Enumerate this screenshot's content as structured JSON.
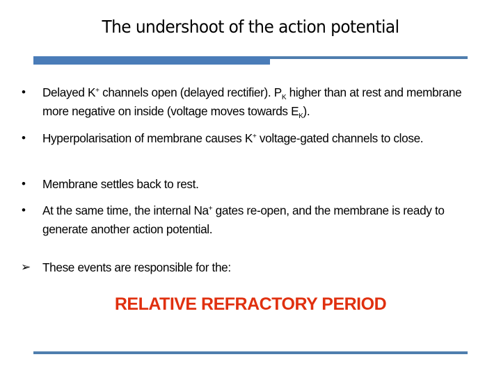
{
  "slide": {
    "title": "The undershoot of the action potential",
    "colors": {
      "accent_bar": "#4a7cb8",
      "accent_line": "#4f7eae",
      "highlight": "#e0300f",
      "text": "#000000"
    },
    "bullets": [
      {
        "marker": "•",
        "parts": {
          "a": "Delayed K",
          "a_sup": "+",
          "b": " channels open (delayed rectifier). P",
          "b_sub": "K",
          "c": " higher than at rest and membrane more negative on inside (voltage moves towards E",
          "c_sub": "K",
          "d": ")."
        }
      },
      {
        "marker": "•",
        "parts": {
          "a": "Hyperpolarisation of membrane causes K",
          "a_sup": "+",
          "b": " voltage-gated channels to close."
        }
      },
      {
        "marker": "•",
        "parts": {
          "a": "Membrane settles back to rest."
        }
      },
      {
        "marker": "•",
        "parts": {
          "a": "At the same time, the internal Na",
          "a_sup": "+",
          "b": " gates re-open, and the membrane is ready to generate another action potential."
        }
      }
    ],
    "conclusion": {
      "marker": "➢",
      "text": "These events are responsible for the:"
    },
    "highlight": "RELATIVE REFRACTORY PERIOD"
  }
}
